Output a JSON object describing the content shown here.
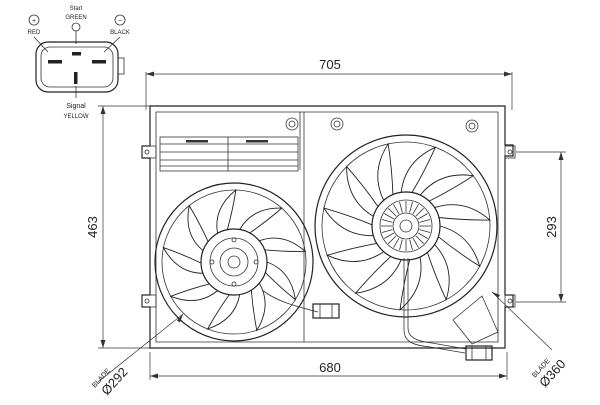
{
  "connector": {
    "plus_symbol": "+",
    "minus_symbol": "−",
    "red_label": "RED",
    "start_label": "Start",
    "green_label": "GREEN",
    "black_label": "BLACK",
    "signal_label": "Signal",
    "yellow_label": "YELLOW"
  },
  "dimensions": {
    "width_top": "705",
    "width_bottom": "680",
    "height_left": "463",
    "height_right": "293",
    "blade_left_label": "BLADE",
    "blade_left_value": "Ø292",
    "blade_right_label": "BLADE",
    "blade_right_value": "Ø360"
  }
}
